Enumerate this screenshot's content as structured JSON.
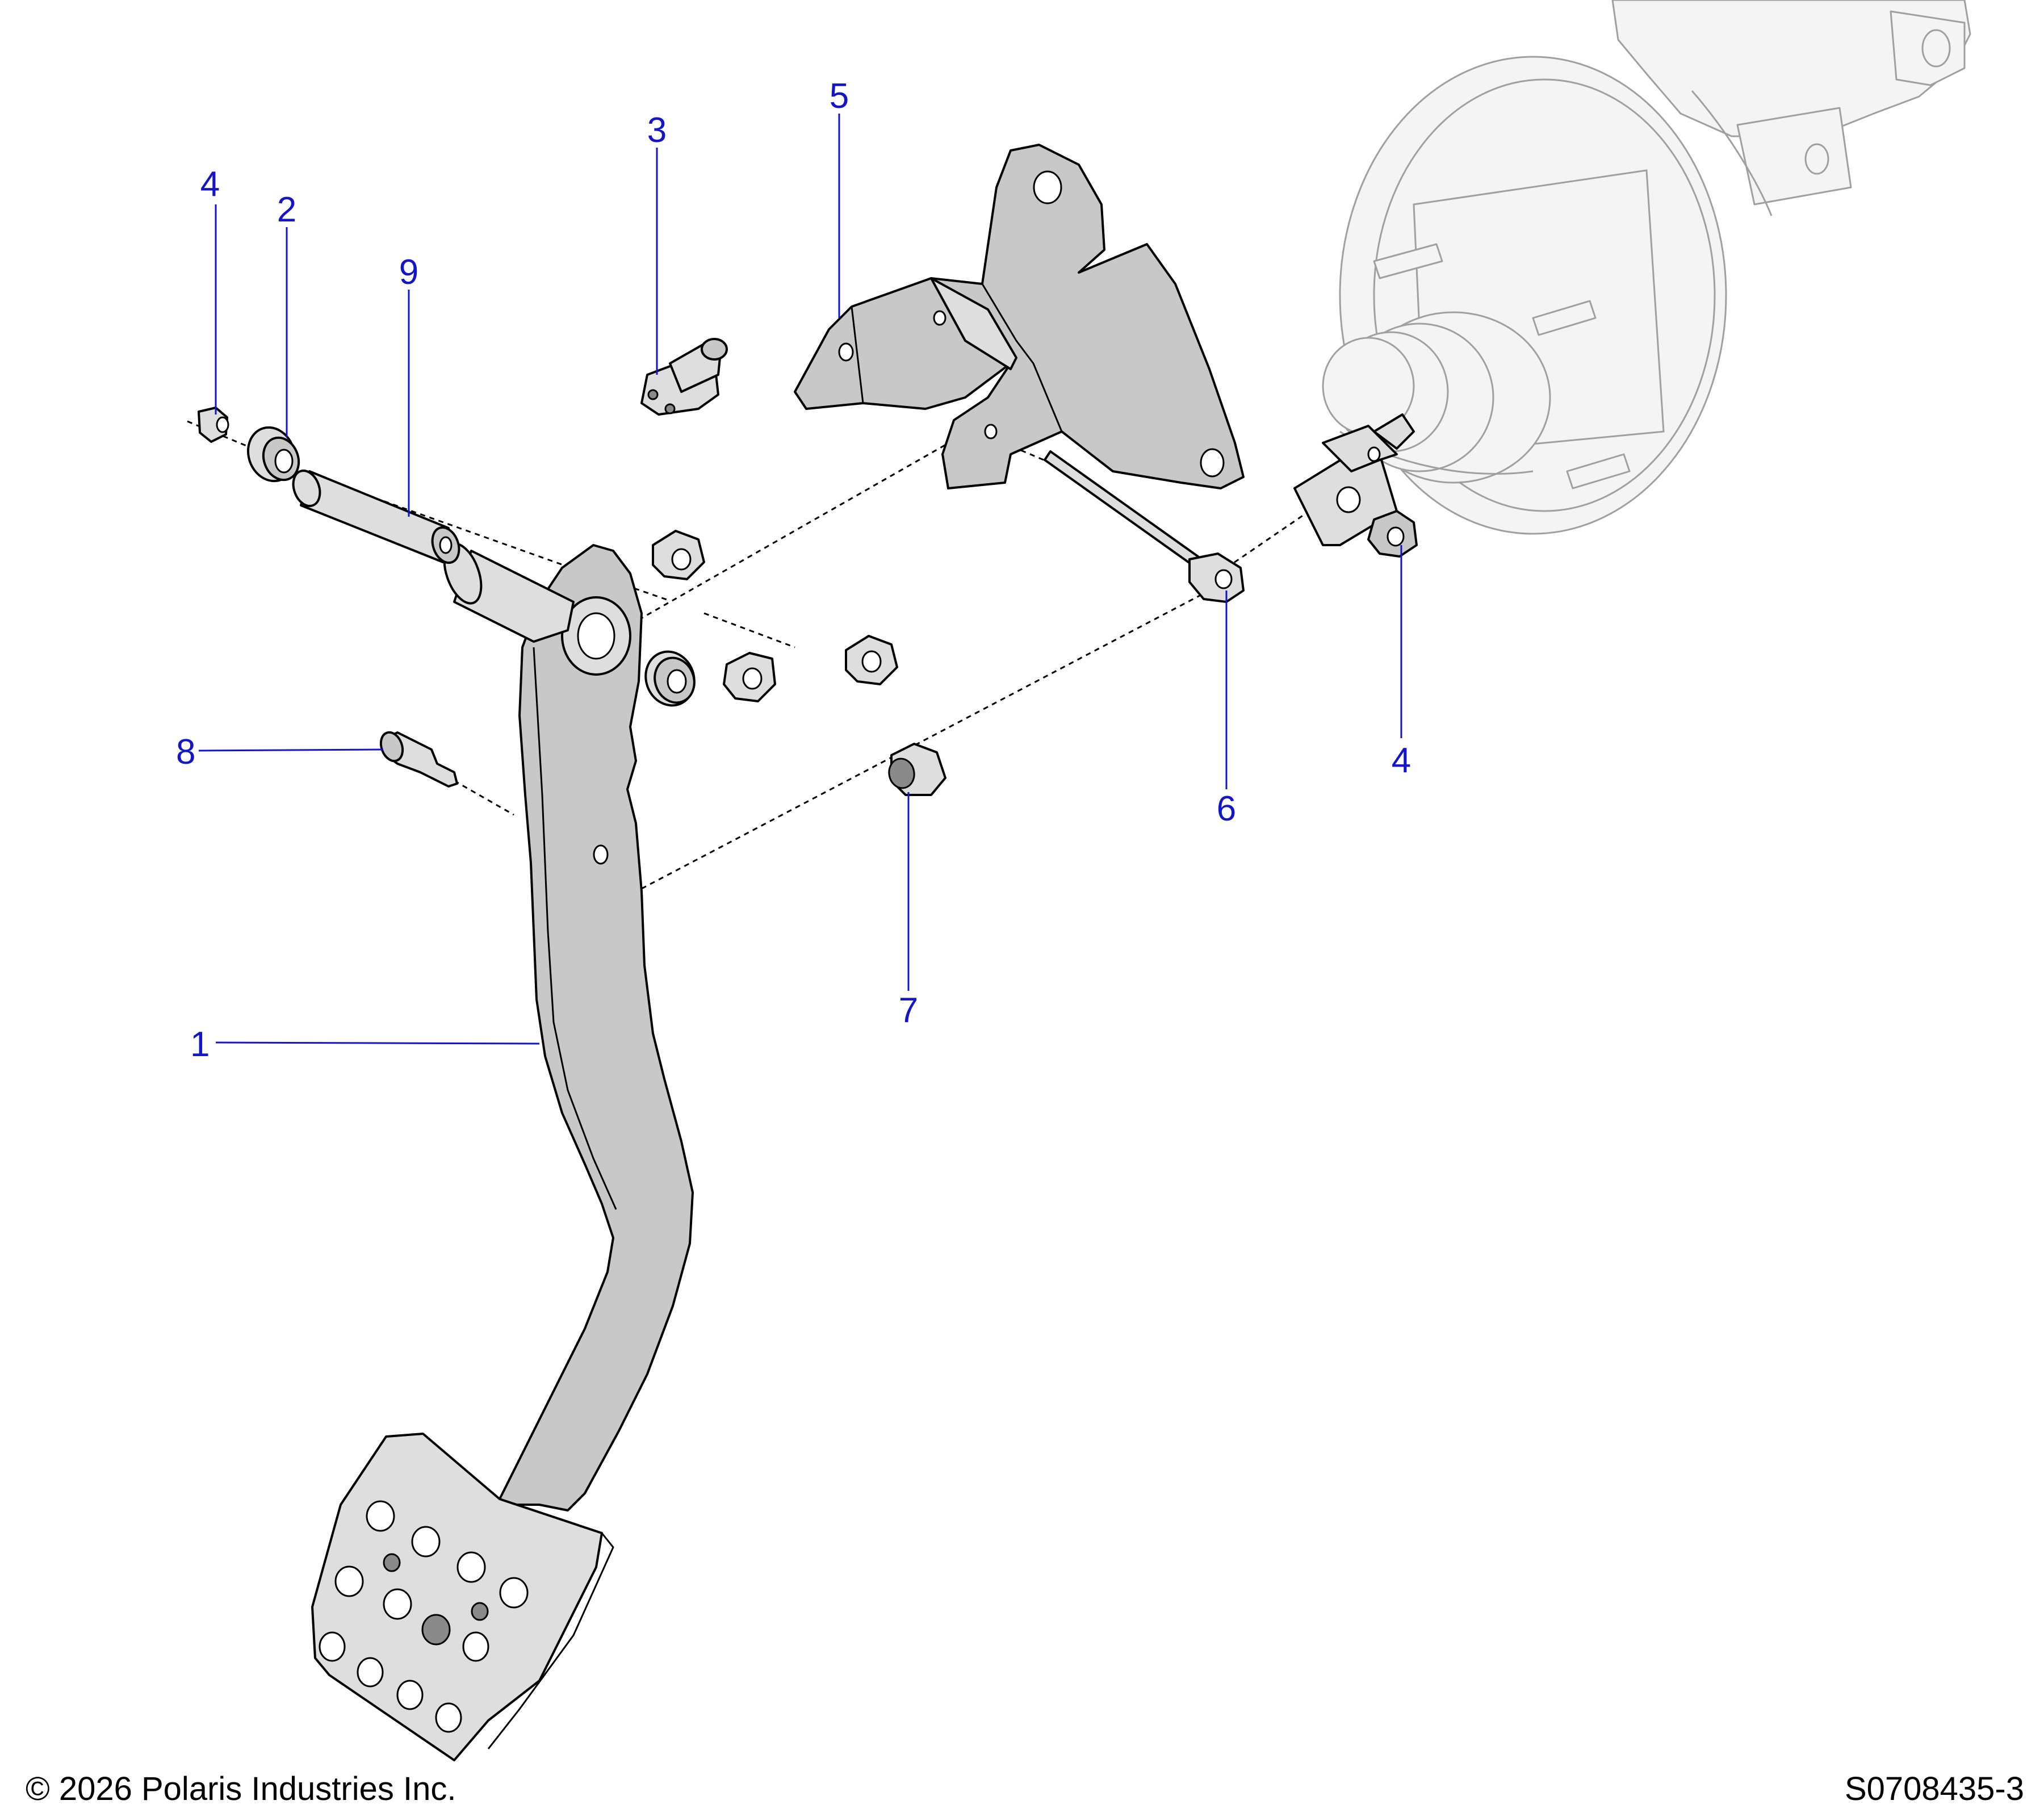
{
  "callouts": {
    "c1": "1",
    "c2": "2",
    "c3": "3",
    "c4_left": "4",
    "c4_right": "4",
    "c5": "5",
    "c6": "6",
    "c7": "7",
    "c8": "8",
    "c9": "9"
  },
  "footer": {
    "copyright": "© 2026 Polaris Industries Inc.",
    "drawing_number": "S0708435-3"
  },
  "colors": {
    "callout": "#1414c8",
    "part_fill": "#c8c8c8",
    "ghost_fill": "#f4f4f4"
  }
}
